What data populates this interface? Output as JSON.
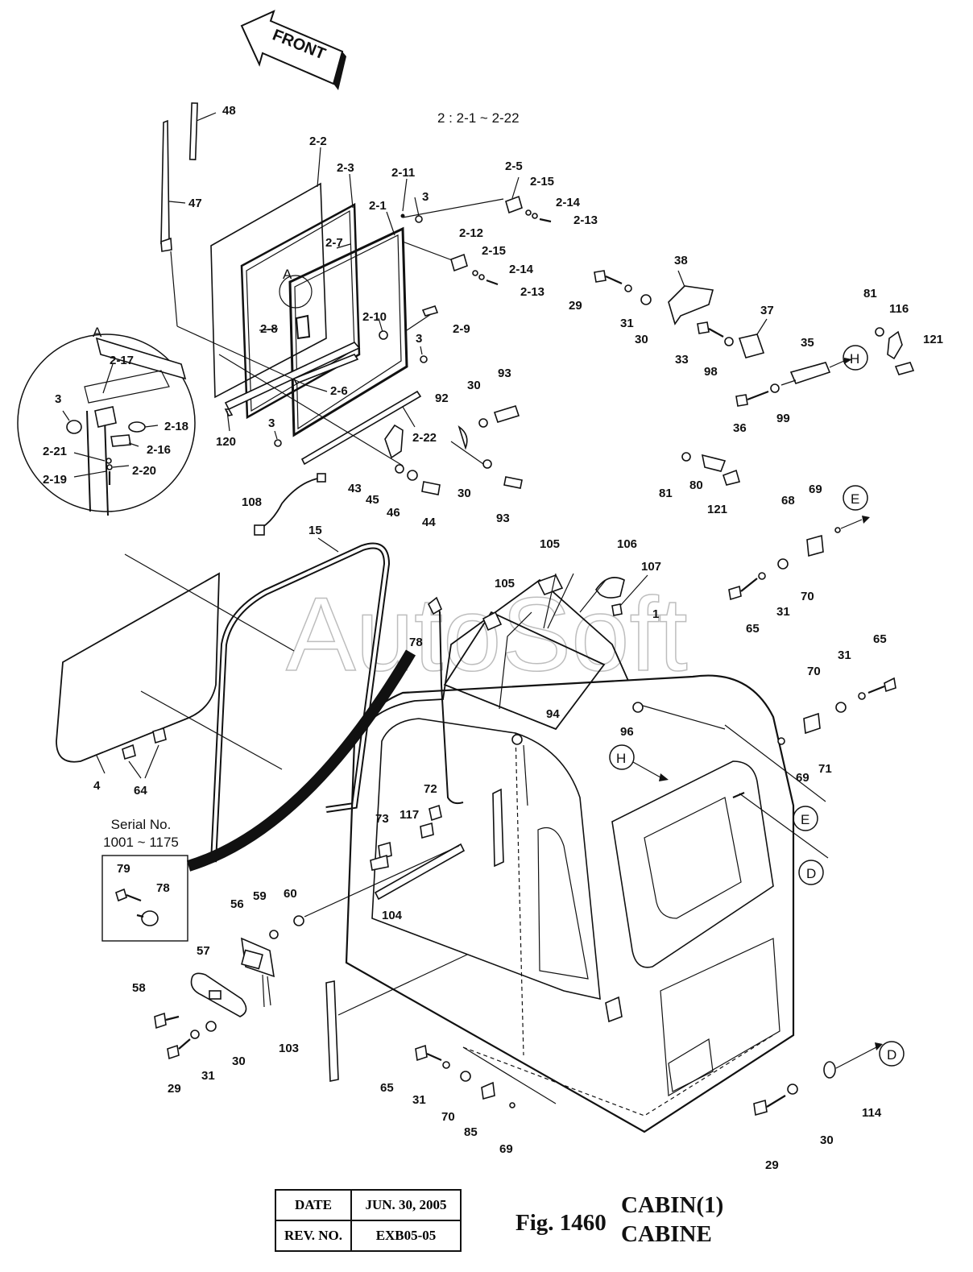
{
  "front_arrow_label": "FRONT",
  "group_note": "2 : 2-1 ~ 2-22",
  "watermark": "AutoSoft",
  "serial_label": "Serial No.",
  "serial_range": "1001 ~ 1175",
  "date_label": "DATE",
  "date_value": "JUN. 30, 2005",
  "rev_label": "REV. NO.",
  "rev_value": "EXB05-05",
  "fig_number": "Fig. 1460",
  "title_line1": "CABIN(1)",
  "title_line2": "CABINE",
  "detail_letter": "A",
  "callout_letters": [
    "H",
    "E",
    "D"
  ],
  "part_numbers": {
    "p48": "48",
    "p47": "47",
    "p2_2": "2-2",
    "p2_3": "2-3",
    "p2_11": "2-11",
    "p3a": "3",
    "p2_1": "2-1",
    "p2_7": "2-7",
    "p2_5": "2-5",
    "p2_15a": "2-15",
    "p2_14a": "2-14",
    "p2_13a": "2-13",
    "p2_12": "2-12",
    "p2_15b": "2-15",
    "p2_14b": "2-14",
    "p2_13b": "2-13",
    "p2_8": "2-8",
    "p2_10": "2-10",
    "p2_9": "2-9",
    "p3b": "3",
    "p2_6": "2-6",
    "p3c": "3",
    "p120": "120",
    "p2_22": "2-22",
    "p2_17": "2-17",
    "p3d": "3",
    "p2_18": "2-18",
    "p2_16": "2-16",
    "p2_21": "2-21",
    "p2_20": "2-20",
    "p2_19": "2-19",
    "p38": "38",
    "p29a": "29",
    "p31a": "31",
    "p30a": "30",
    "p37": "37",
    "p33": "33",
    "p98": "98",
    "p35": "35",
    "p36": "36",
    "p99": "99",
    "p81a": "81",
    "p116": "116",
    "p121a": "121",
    "p30b": "30",
    "p93a": "93",
    "p92": "92",
    "p30c": "30",
    "p93b": "93",
    "p43": "43",
    "p45": "45",
    "p46": "46",
    "p44": "44",
    "p108": "108",
    "p81b": "81",
    "p80": "80",
    "p121b": "121",
    "p69a": "69",
    "p68": "68",
    "p65a": "65",
    "p31b": "31",
    "p70a": "70",
    "p15": "15",
    "p105a": "105",
    "p106": "106",
    "p107": "107",
    "p105b": "105",
    "p1": "1",
    "p78a": "78",
    "p65b": "65",
    "p70b": "70",
    "p31c": "31",
    "p94": "94",
    "p96": "96",
    "p71": "71",
    "p69b": "69",
    "p4": "4",
    "p64": "64",
    "p72": "72",
    "p73": "73",
    "p117": "117",
    "p104": "104",
    "p79": "79",
    "p78b": "78",
    "p56": "56",
    "p59": "59",
    "p60": "60",
    "p57": "57",
    "p58": "58",
    "p29b": "29",
    "p31d": "31",
    "p30d": "30",
    "p103": "103",
    "p65c": "65",
    "p31e": "31",
    "p70c": "70",
    "p85": "85",
    "p69c": "69",
    "p114": "114",
    "p30e": "30",
    "p29c": "29"
  }
}
